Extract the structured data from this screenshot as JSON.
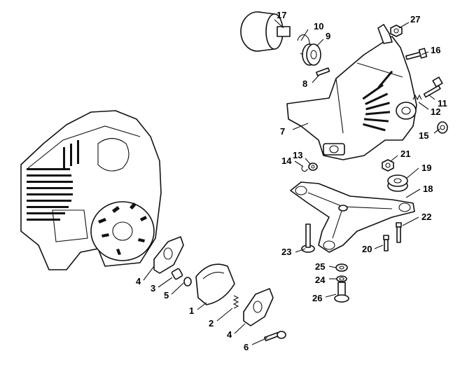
{
  "callouts": [
    {
      "id": "c17",
      "text": "17"
    },
    {
      "id": "c10",
      "text": "10"
    },
    {
      "id": "c9",
      "text": "9"
    },
    {
      "id": "c27",
      "text": "27"
    },
    {
      "id": "c16",
      "text": "16"
    },
    {
      "id": "c8",
      "text": "8"
    },
    {
      "id": "c11",
      "text": "11"
    },
    {
      "id": "c12",
      "text": "12"
    },
    {
      "id": "c7",
      "text": "7"
    },
    {
      "id": "c15",
      "text": "15"
    },
    {
      "id": "c13",
      "text": "13"
    },
    {
      "id": "c14",
      "text": "14"
    },
    {
      "id": "c21",
      "text": "21"
    },
    {
      "id": "c19",
      "text": "19"
    },
    {
      "id": "c18",
      "text": "18"
    },
    {
      "id": "c22",
      "text": "22"
    },
    {
      "id": "c23",
      "text": "23"
    },
    {
      "id": "c20",
      "text": "20"
    },
    {
      "id": "c25",
      "text": "25"
    },
    {
      "id": "c24",
      "text": "24"
    },
    {
      "id": "c26",
      "text": "26"
    },
    {
      "id": "c4a",
      "text": "4"
    },
    {
      "id": "c3",
      "text": "3"
    },
    {
      "id": "c5",
      "text": "5"
    },
    {
      "id": "c1",
      "text": "1"
    },
    {
      "id": "c2",
      "text": "2"
    },
    {
      "id": "c4b",
      "text": "4"
    },
    {
      "id": "c6",
      "text": "6"
    }
  ]
}
